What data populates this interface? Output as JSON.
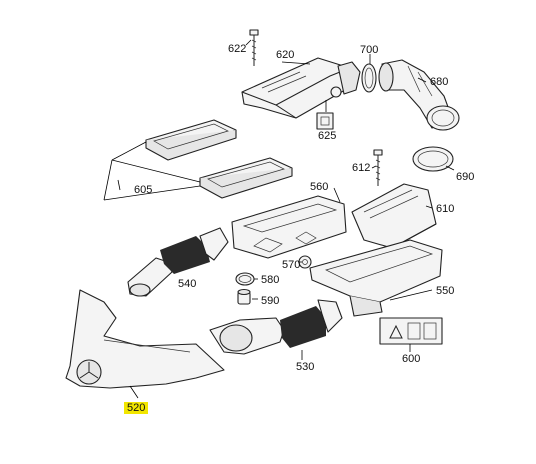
{
  "callouts": {
    "c622": "622",
    "c620": "620",
    "c700": "700",
    "c680": "680",
    "c625": "625",
    "c612": "612",
    "c690": "690",
    "c605": "605",
    "c560": "560",
    "c610": "610",
    "c570": "570",
    "c580": "580",
    "c540": "540",
    "c590": "590",
    "c550": "550",
    "c600": "600",
    "c530": "530",
    "c520": "520"
  },
  "highlight_color": "#f2e600"
}
